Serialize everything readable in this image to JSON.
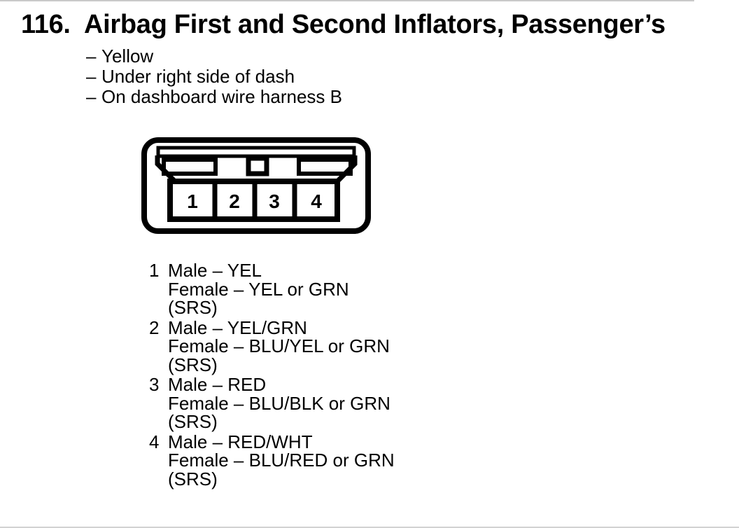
{
  "header": {
    "item_number": "116.",
    "title": "Airbag First and Second Inflators, Passenger’s"
  },
  "bullets": [
    {
      "dash": "–",
      "text": "Yellow"
    },
    {
      "dash": "–",
      "text": "Under right side of dash"
    },
    {
      "dash": "–",
      "text": "On dashboard wire harness B"
    }
  ],
  "connector": {
    "cavity_numbers": [
      "1",
      "2",
      "3",
      "4"
    ]
  },
  "pin_list": [
    {
      "pin": "1",
      "lines": [
        "Male – YEL",
        "Female – YEL or GRN",
        "(SRS)"
      ]
    },
    {
      "pin": "2",
      "lines": [
        "Male – YEL/GRN",
        "Female – BLU/YEL or GRN",
        "(SRS)"
      ]
    },
    {
      "pin": "3",
      "lines": [
        "Male – RED",
        "Female – BLU/BLK or GRN",
        "(SRS)"
      ]
    },
    {
      "pin": "4",
      "lines": [
        "Male – RED/WHT",
        "Female – BLU/RED or GRN",
        "(SRS)"
      ]
    }
  ],
  "colors": {
    "ink": "#000000",
    "paper": "#ffffff",
    "scan_edge": "#c9c9c9"
  }
}
